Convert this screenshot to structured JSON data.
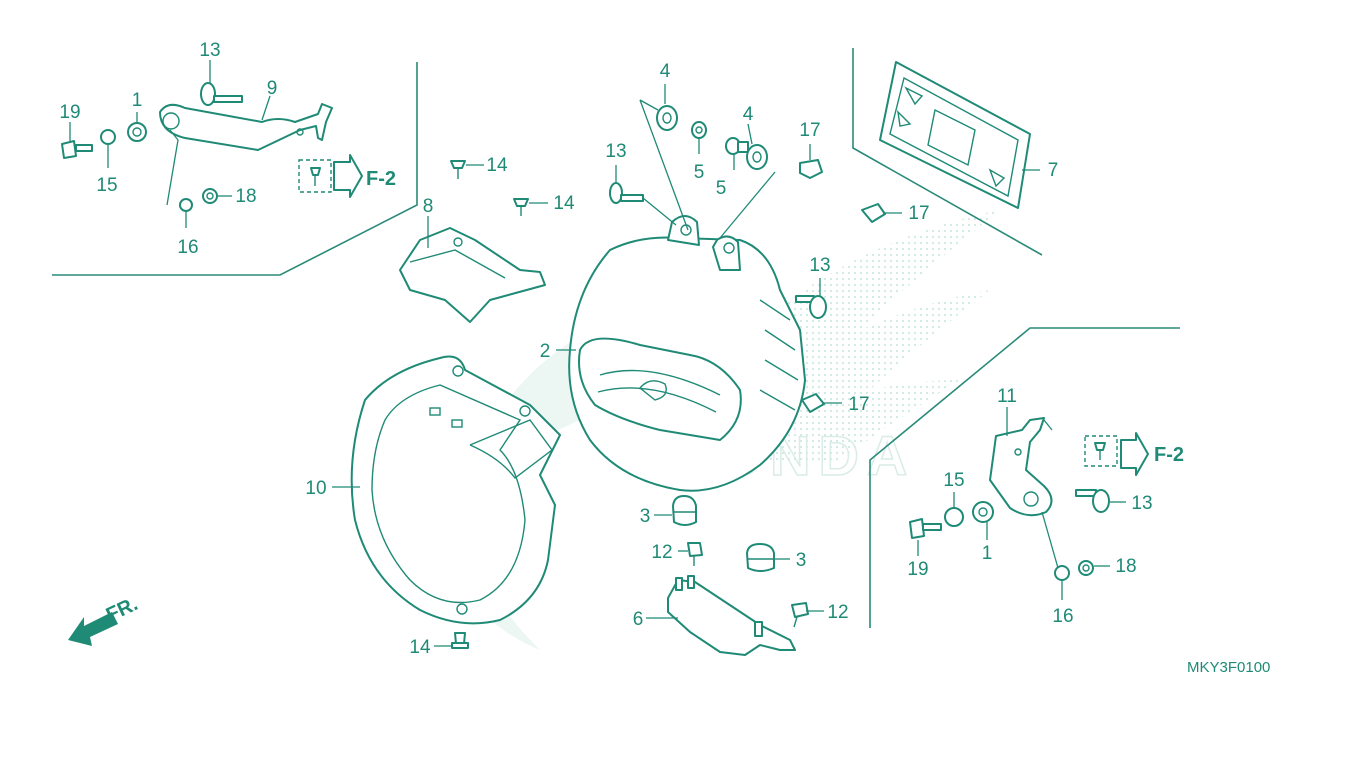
{
  "diagram": {
    "code": "MKY3F0100",
    "ref_left": "F-2",
    "ref_right": "F-2",
    "front_marker": "FR.",
    "callouts": [
      {
        "id": "c13a",
        "text": "13"
      },
      {
        "id": "c1a",
        "text": "1"
      },
      {
        "id": "c9",
        "text": "9"
      },
      {
        "id": "c19a",
        "text": "19"
      },
      {
        "id": "c15a",
        "text": "15"
      },
      {
        "id": "c18a",
        "text": "18"
      },
      {
        "id": "c16a",
        "text": "16"
      },
      {
        "id": "c14a",
        "text": "14"
      },
      {
        "id": "c14b",
        "text": "14"
      },
      {
        "id": "c8",
        "text": "8"
      },
      {
        "id": "c4a",
        "text": "4"
      },
      {
        "id": "c4b",
        "text": "4"
      },
      {
        "id": "c5a",
        "text": "5"
      },
      {
        "id": "c5b",
        "text": "5"
      },
      {
        "id": "c13b",
        "text": "13"
      },
      {
        "id": "c17a",
        "text": "17"
      },
      {
        "id": "c17b",
        "text": "17"
      },
      {
        "id": "c7",
        "text": "7"
      },
      {
        "id": "c13c",
        "text": "13"
      },
      {
        "id": "c2",
        "text": "2"
      },
      {
        "id": "c17c",
        "text": "17"
      },
      {
        "id": "c10",
        "text": "10"
      },
      {
        "id": "c3a",
        "text": "3"
      },
      {
        "id": "c12a",
        "text": "12"
      },
      {
        "id": "c3b",
        "text": "3"
      },
      {
        "id": "c6",
        "text": "6"
      },
      {
        "id": "c12b",
        "text": "12"
      },
      {
        "id": "c14c",
        "text": "14"
      },
      {
        "id": "c11",
        "text": "11"
      },
      {
        "id": "c15b",
        "text": "15"
      },
      {
        "id": "c13d",
        "text": "13"
      },
      {
        "id": "c19b",
        "text": "19"
      },
      {
        "id": "c1b",
        "text": "1"
      },
      {
        "id": "c18b",
        "text": "18"
      },
      {
        "id": "c16b",
        "text": "16"
      }
    ]
  }
}
